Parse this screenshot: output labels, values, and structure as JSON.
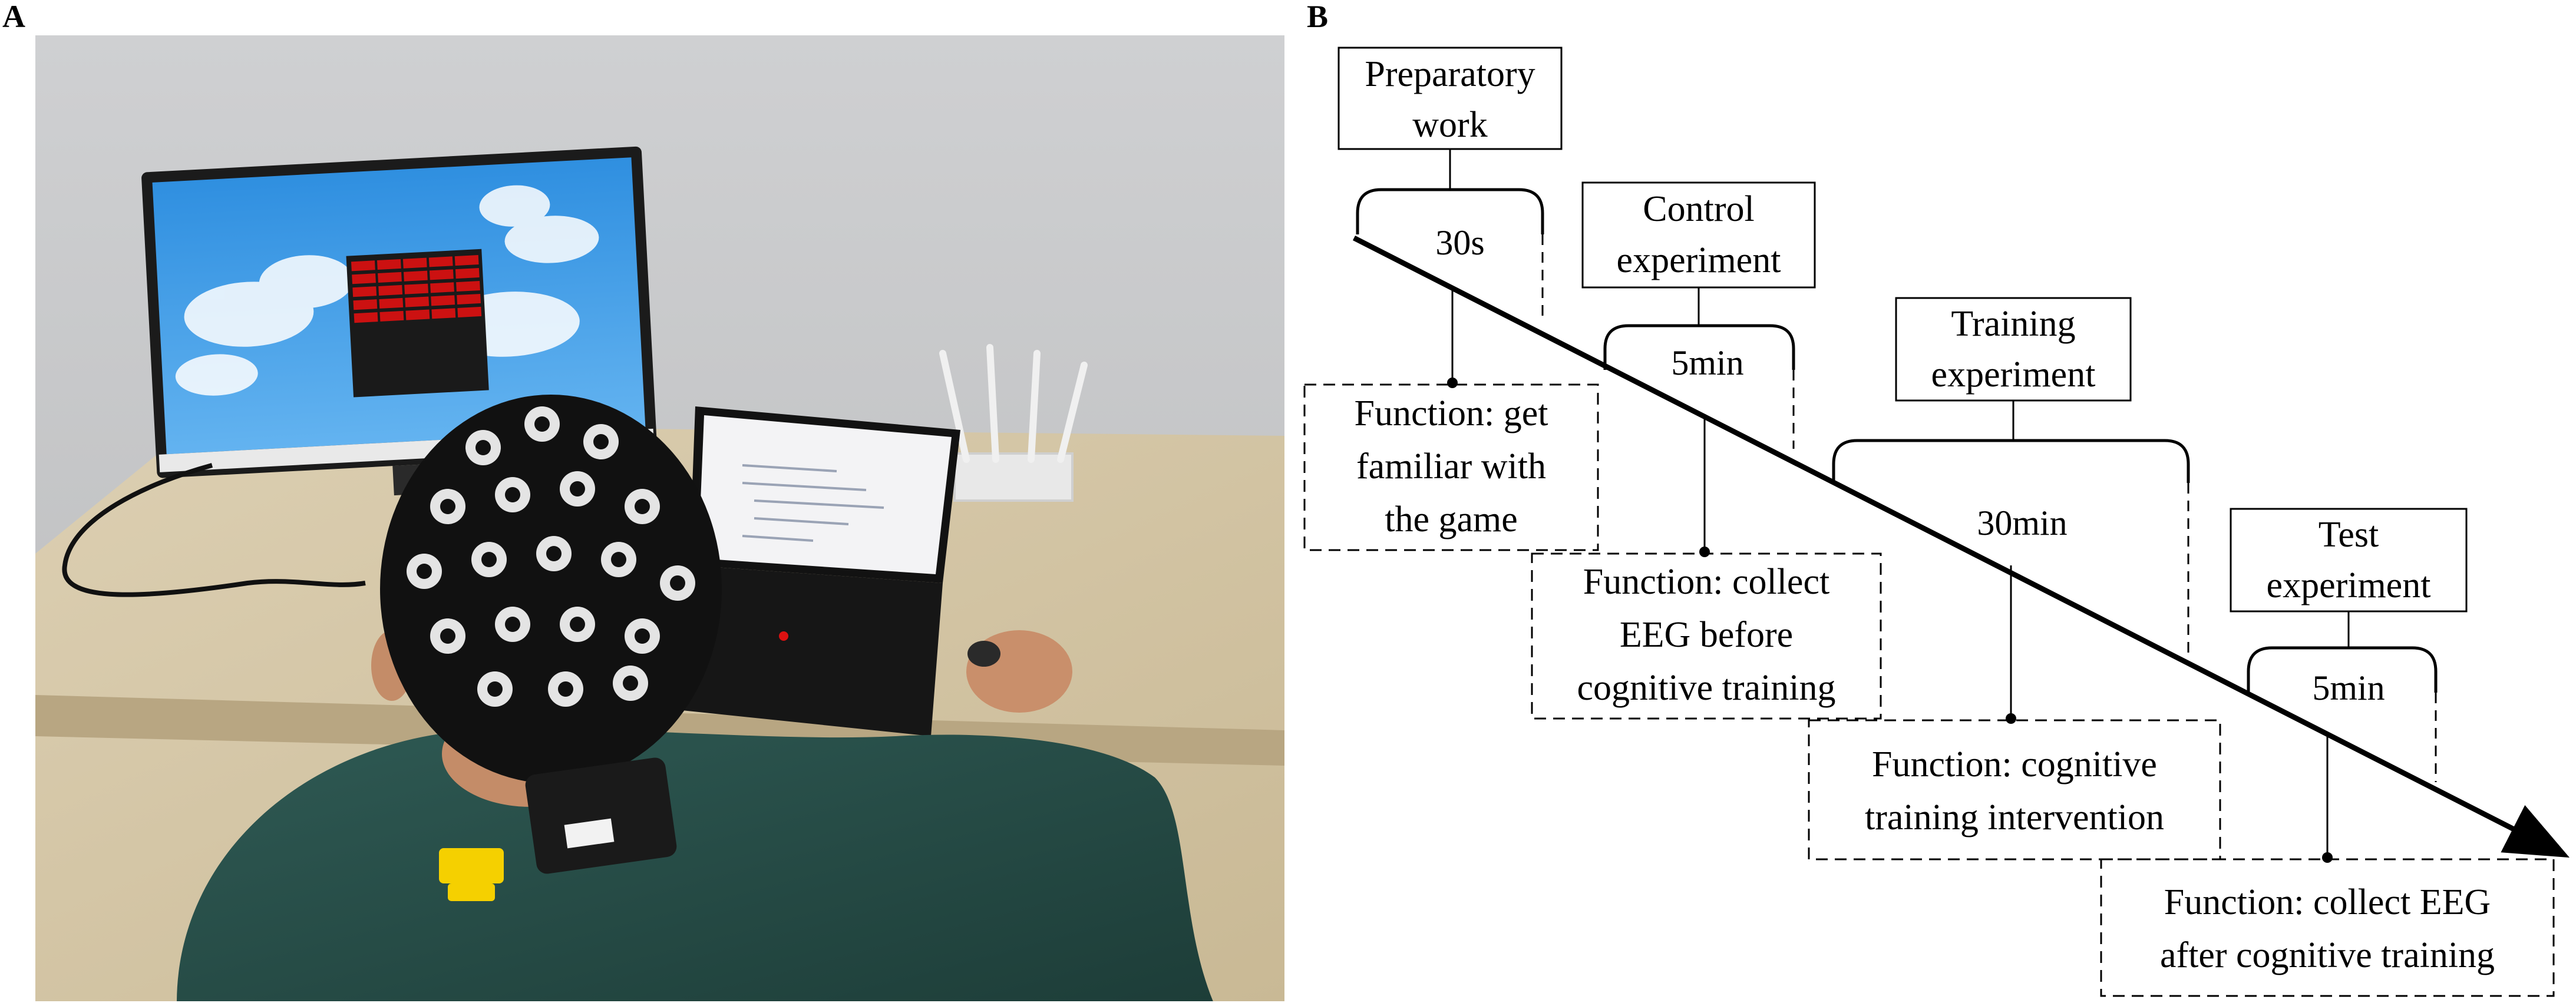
{
  "panels": {
    "a": {
      "letter": "A"
    },
    "b": {
      "letter": "B"
    }
  },
  "photo": {
    "game": {
      "brick_color": "#cc1111",
      "screen_color": "#1a1a1a"
    }
  },
  "timeline": {
    "stages": [
      {
        "key": "preparatory",
        "title_lines": [
          "Preparatory",
          "work"
        ],
        "duration": "30s",
        "function_lines": [
          "Function: get",
          "familiar with",
          "the game"
        ]
      },
      {
        "key": "control",
        "title_lines": [
          "Control",
          "experiment"
        ],
        "duration": "5min",
        "function_lines": [
          "Function: collect",
          "EEG before",
          "cognitive training"
        ]
      },
      {
        "key": "training",
        "title_lines": [
          "Training",
          "experiment"
        ],
        "duration": "30min",
        "function_lines": [
          "Function: cognitive",
          "training intervention"
        ]
      },
      {
        "key": "test",
        "title_lines": [
          "Test",
          "experiment"
        ],
        "duration": "5min",
        "function_lines": [
          "Function: collect EEG",
          "after cognitive training"
        ]
      }
    ]
  },
  "colors": {
    "ink": "#000000",
    "background": "#ffffff"
  }
}
